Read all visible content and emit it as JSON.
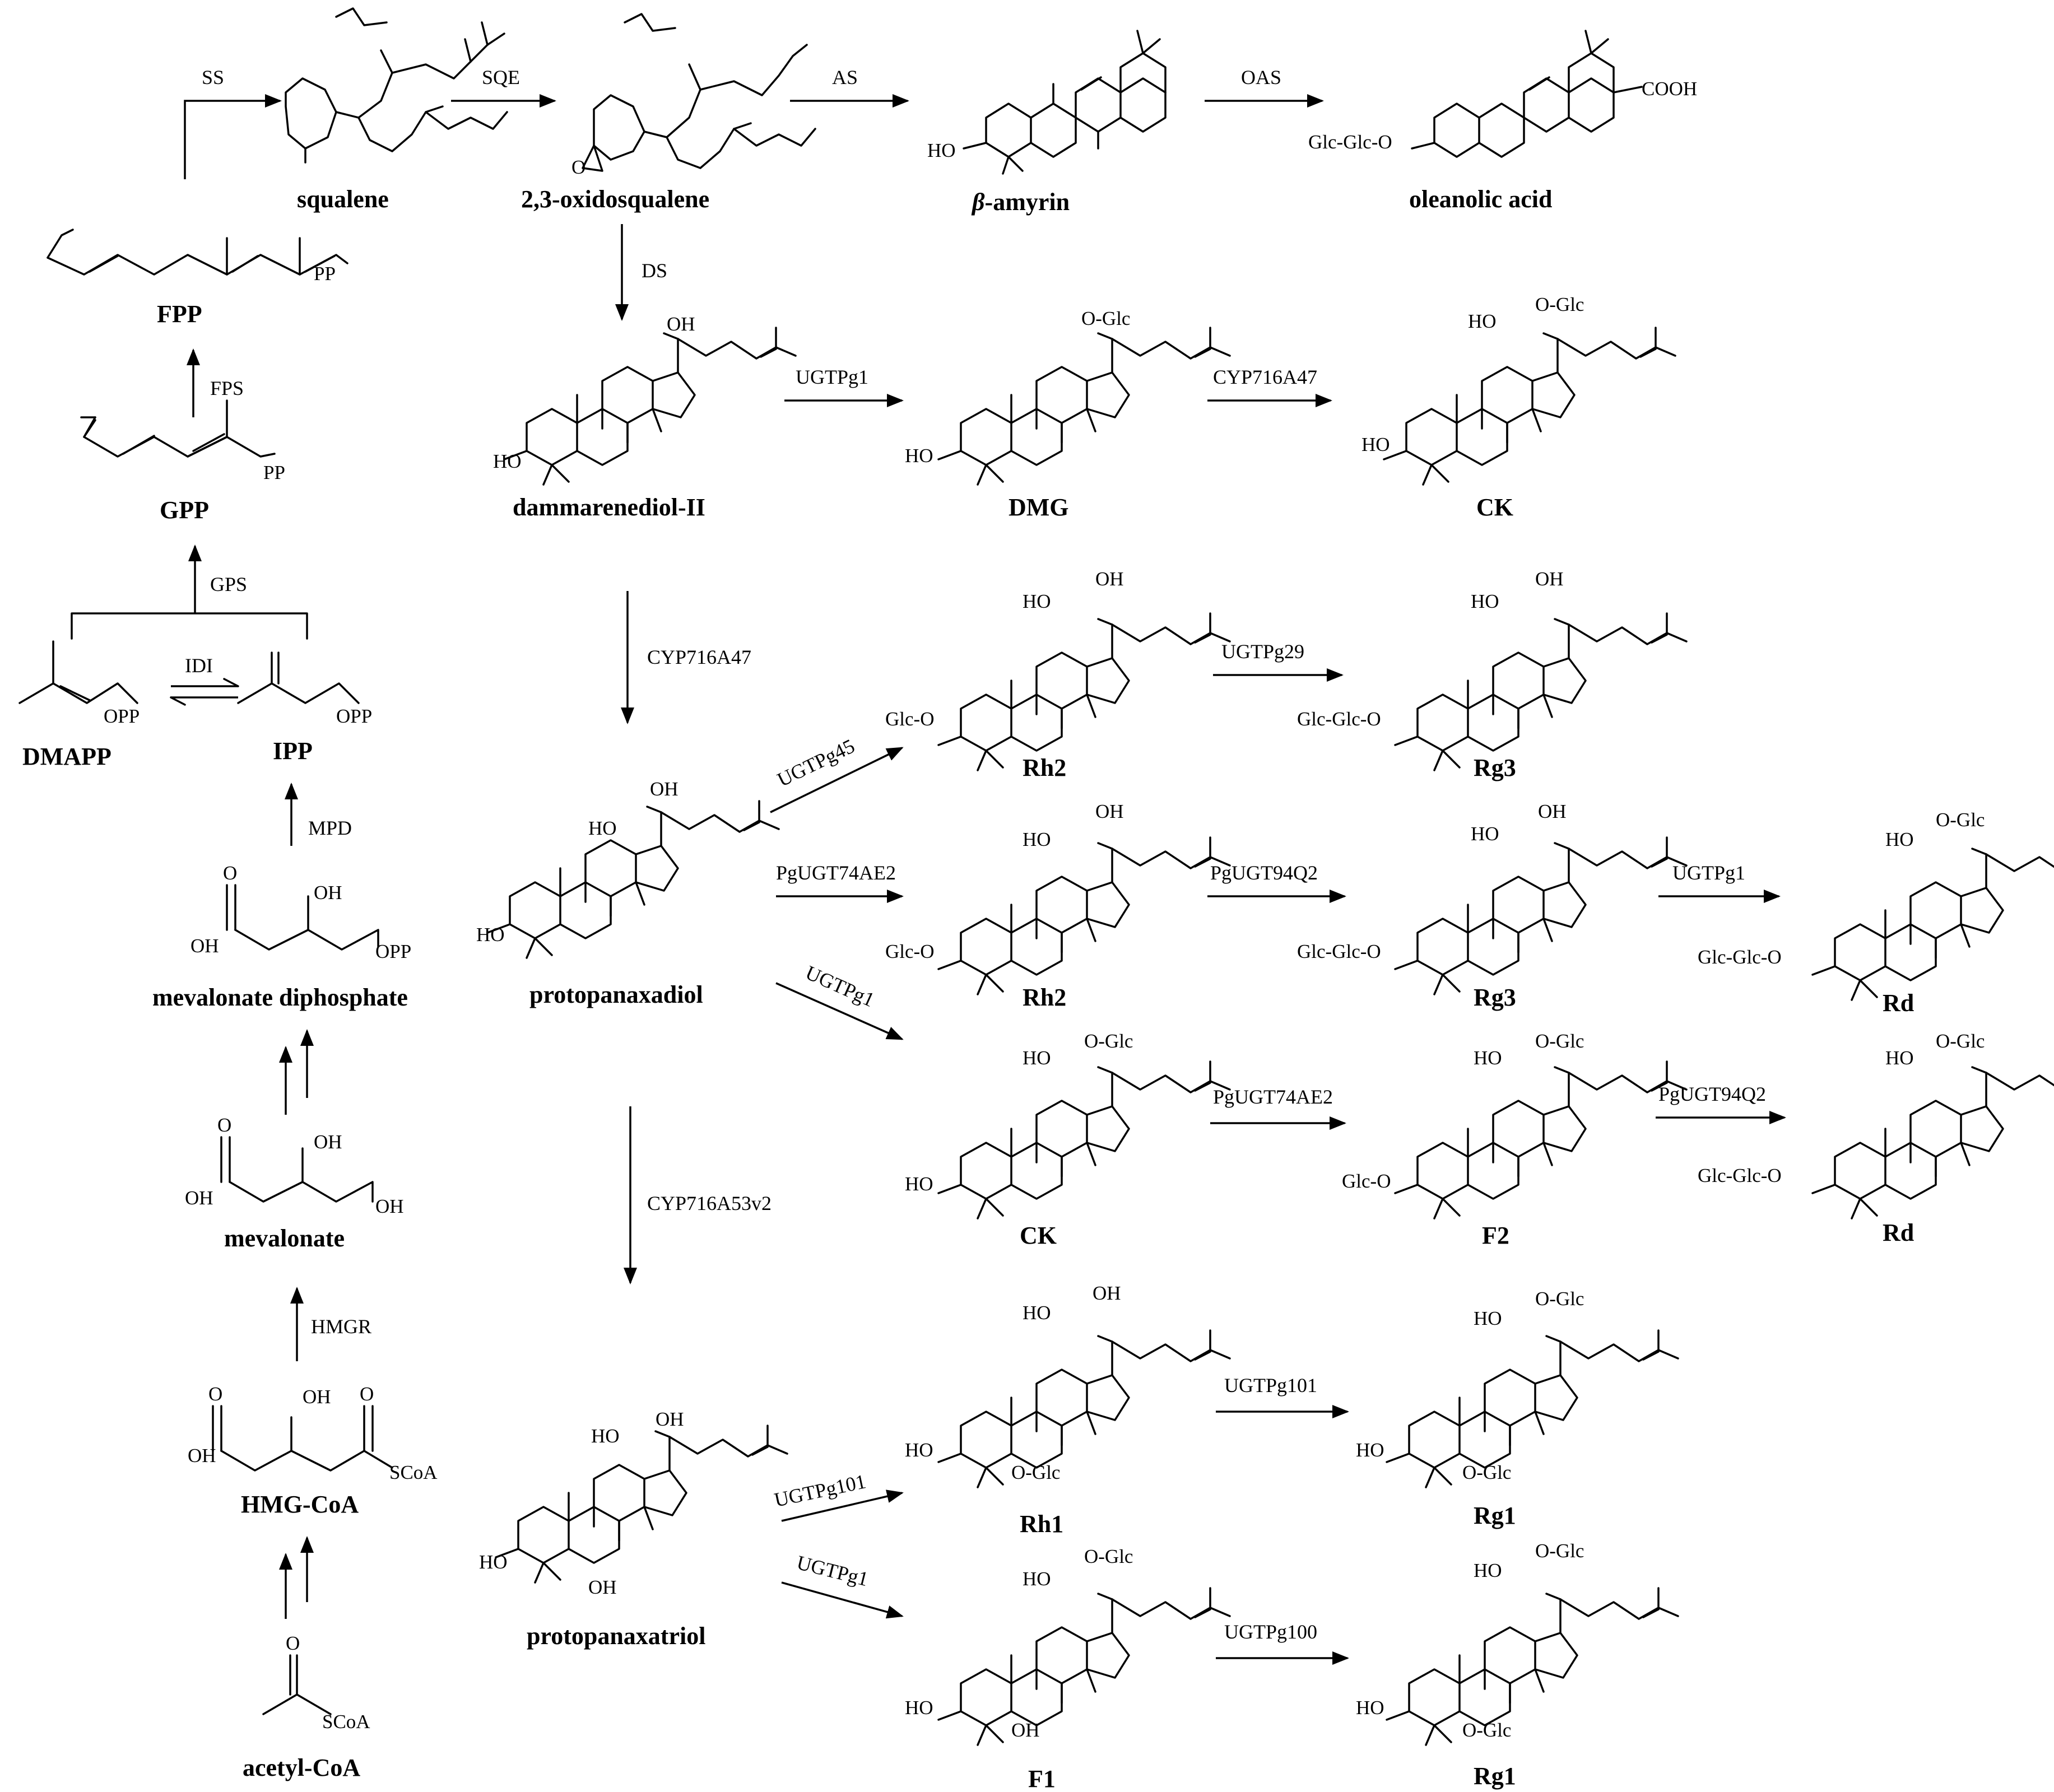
{
  "compounds": {
    "squalene": "squalene",
    "oxidosqualene": "2,3-oxidosqualene",
    "beta_prefix": "β",
    "amyrin_suffix": "-amyrin",
    "oleanolic_acid": "oleanolic acid",
    "fpp": "FPP",
    "gpp": "GPP",
    "dmapp": "DMAPP",
    "ipp": "IPP",
    "mevalonate_diphosphate": "mevalonate diphosphate",
    "mevalonate": "mevalonate",
    "hmg_coa": "HMG-CoA",
    "acetyl_coa": "acetyl-CoA",
    "dammarenediol": "dammarenediol-II",
    "dmg": "DMG",
    "ck_top": "CK",
    "ppd": "protopanaxadiol",
    "rh2_a": "Rh2",
    "rg3_a": "Rg3",
    "rh2_b": "Rh2",
    "rg3_b": "Rg3",
    "rd_a": "Rd",
    "ck_mid": "CK",
    "f2": "F2",
    "rd_b": "Rd",
    "ppt": "protopanaxatriol",
    "rh1": "Rh1",
    "rg1_a": "Rg1",
    "f1": "F1",
    "rg1_b": "Rg1"
  },
  "enzymes": {
    "ss": "SS",
    "sqe": "SQE",
    "as": "AS",
    "oas": "OAS",
    "fps": "FPS",
    "gps": "GPS",
    "idi": "IDI",
    "mpd": "MPD",
    "hmgr": "HMGR",
    "ds": "DS",
    "ugtpg1_dmg": "UGTPg1",
    "cyp716a47_ck": "CYP716A47",
    "cyp716a47_ppd": "CYP716A47",
    "ugtpg45": "UGTPg45",
    "ugtpg29": "UGTPg29",
    "pgugt74ae2_a": "PgUGT74AE2",
    "pgugt94q2_a": "PgUGT94Q2",
    "ugtpg1_rd": "UGTPg1",
    "ugtpg1_ck": "UGTPg1",
    "pgugt74ae2_b": "PgUGT74AE2",
    "pgugt94q2_b": "PgUGT94Q2",
    "cyp716a53v2": "CYP716A53v2",
    "ugtpg101_a": "UGTPg101",
    "ugtpg101_b": "UGTPg101",
    "ugtpg1_f1": "UGTPg1",
    "ugtpg100": "UGTPg100"
  },
  "atoms": {
    "pp": "PP",
    "opp": "OPP",
    "oh": "OH",
    "ho": "HO",
    "o": "O",
    "scoa": "SCoA",
    "cooh": "COOH",
    "o_glc": "O-Glc",
    "glc_o": "Glc-O",
    "glc_glc_o": "Glc-Glc-O"
  }
}
